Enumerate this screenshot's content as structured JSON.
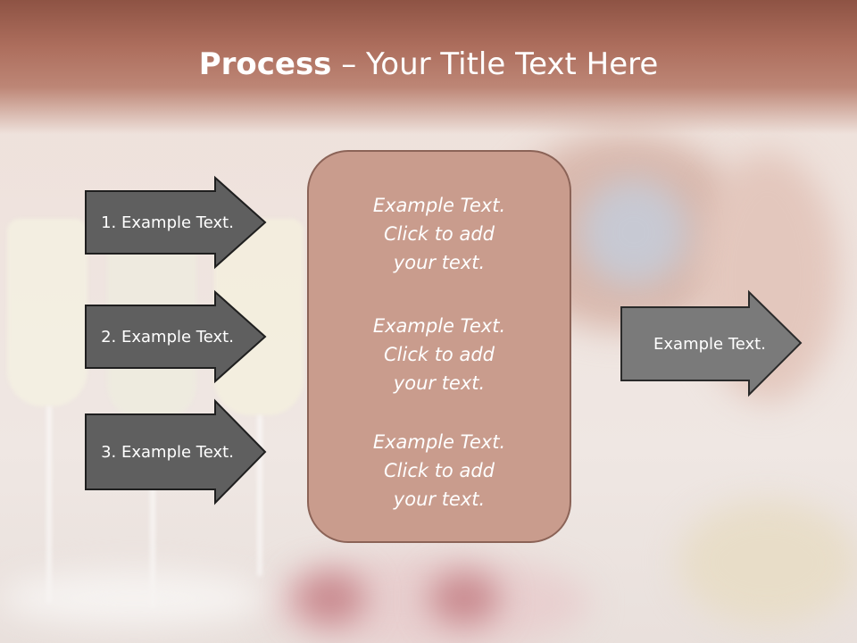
{
  "slide": {
    "title_bold": "Process",
    "title_rest": " – Your Title Text Here"
  },
  "left_arrows": [
    {
      "label": "1. Example Text."
    },
    {
      "label": "2. Example Text."
    },
    {
      "label": "3. Example Text."
    }
  ],
  "center_box": {
    "blocks": [
      {
        "line1": "Example Text.",
        "line2": "Click  to add",
        "line3": "your text."
      },
      {
        "line1": "Example Text.",
        "line2": "Click  to add",
        "line3": "your text."
      },
      {
        "line1": "Example Text.",
        "line2": "Click  to add",
        "line3": "your text."
      }
    ]
  },
  "right_arrow": {
    "label": "Example Text."
  },
  "colors": {
    "header": "#ad6e5d",
    "dark_arrow": "#5f5f5f",
    "mid_arrow": "#7a7a7a",
    "center_box": "#c99c8d"
  }
}
